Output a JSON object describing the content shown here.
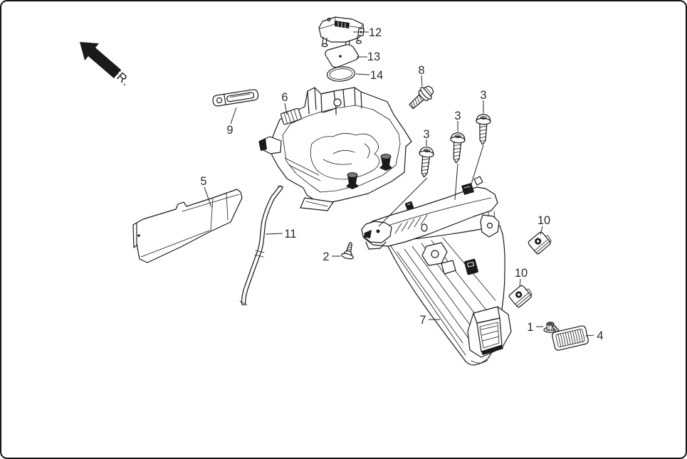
{
  "figure": {
    "type": "exploded-parts-diagram",
    "direction_label": "FR."
  },
  "colors": {
    "background": "#ffffff",
    "line": "#1a1a1a",
    "label_text": "#2b2b2b",
    "border": "#161616"
  },
  "callouts": [
    {
      "num": "12",
      "part": "control-unit"
    },
    {
      "num": "13",
      "part": "seal-pad"
    },
    {
      "num": "14",
      "part": "o-ring"
    },
    {
      "num": "8",
      "part": "washer-bolt"
    },
    {
      "num": "3",
      "part": "tapping-screw-right"
    },
    {
      "num": "3",
      "part": "tapping-screw-middle"
    },
    {
      "num": "3",
      "part": "tapping-screw-left"
    },
    {
      "num": "6",
      "part": "inner-tray"
    },
    {
      "num": "9",
      "part": "stay-strap"
    },
    {
      "num": "5",
      "part": "side-cover-panel"
    },
    {
      "num": "11",
      "part": "tube-stay"
    },
    {
      "num": "2",
      "part": "pan-screw"
    },
    {
      "num": "7",
      "part": "rear-fender-assembly"
    },
    {
      "num": "10",
      "part": "spring-clip-nut-upper"
    },
    {
      "num": "10",
      "part": "spring-clip-nut-lower"
    },
    {
      "num": "1",
      "part": "flange-nut"
    },
    {
      "num": "4",
      "part": "reflector"
    }
  ]
}
